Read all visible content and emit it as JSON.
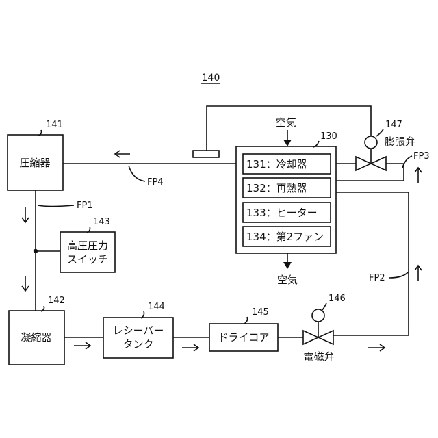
{
  "figure": {
    "number": "140"
  },
  "components": {
    "compressor": {
      "label": "圧縮器",
      "ref": "141"
    },
    "condenser": {
      "label": "凝縮器",
      "ref": "142"
    },
    "hp_switch": {
      "line1": "高圧圧力",
      "line2": "スイッチ",
      "ref": "143"
    },
    "receiver_tank": {
      "line1": "レシーバー",
      "line2": "タンク",
      "ref": "144"
    },
    "dryer": {
      "label": "ドライコア",
      "ref": "145"
    },
    "solenoid_valve": {
      "label": "電磁弁",
      "ref": "146"
    },
    "expansion_valve": {
      "label": "膨張弁",
      "ref": "147"
    },
    "unit": {
      "ref": "130"
    },
    "cooler": {
      "label": "131：冷却器"
    },
    "reheater": {
      "label": "132：再熱器"
    },
    "heater": {
      "label": "133：ヒーター"
    },
    "fan": {
      "label": "134：第2ファン"
    }
  },
  "air": {
    "in_label": "空気",
    "out_label": "空気"
  },
  "flow_paths": {
    "fp1": "FP1",
    "fp2": "FP2",
    "fp3": "FP3",
    "fp4": "FP4"
  }
}
